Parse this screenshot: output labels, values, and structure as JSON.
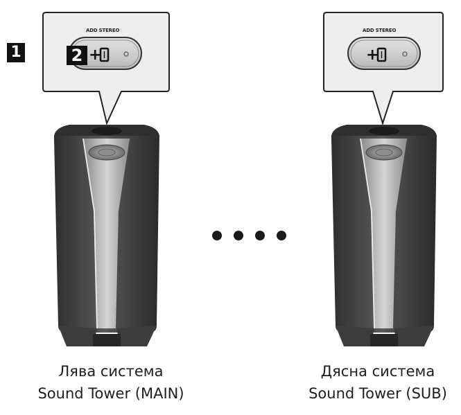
{
  "steps": {
    "step1": "1",
    "step2": "2"
  },
  "left_unit": {
    "button_label": "ADD STEREO",
    "caption_line1": "Лява система",
    "caption_line2": "Sound Tower (MAIN)"
  },
  "right_unit": {
    "button_label": "ADD STEREO",
    "caption_line1": "Дясна система",
    "caption_line2": "Sound Tower (SUB)"
  },
  "connector_dots": 4,
  "colors": {
    "speaker_dark": "#3a3a3a",
    "speaker_mid": "#6e6e6e",
    "speaker_light": "#c8c8c8",
    "callout_bg": "#eeeeee",
    "button_bg": "#cfcfcf",
    "badge_bg": "#111111"
  }
}
